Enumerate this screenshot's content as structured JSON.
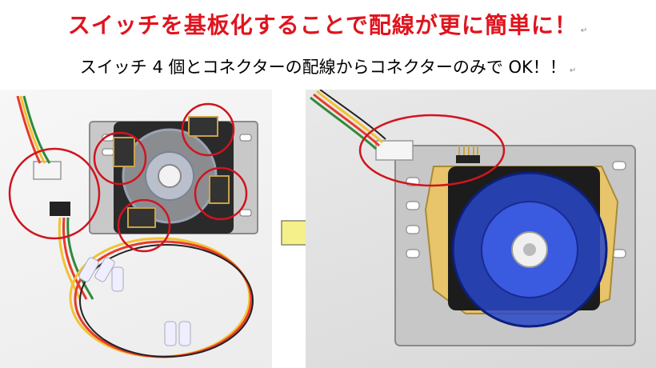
{
  "headline": {
    "text": "スイッチを基板化することで配線が更に簡単に！",
    "color": "#e0141e"
  },
  "subline": {
    "text": "スイッチ 4 個とコネクターの配線からコネクターのみで OK！！"
  },
  "edit_mark": "↵",
  "colors": {
    "highlight_circle": "#d0141e",
    "arrow_fill": "#f5f08a",
    "arrow_stroke": "#8a8a6a"
  },
  "photos": {
    "left": "before-wiring-photo",
    "right": "after-pcb-photo"
  }
}
